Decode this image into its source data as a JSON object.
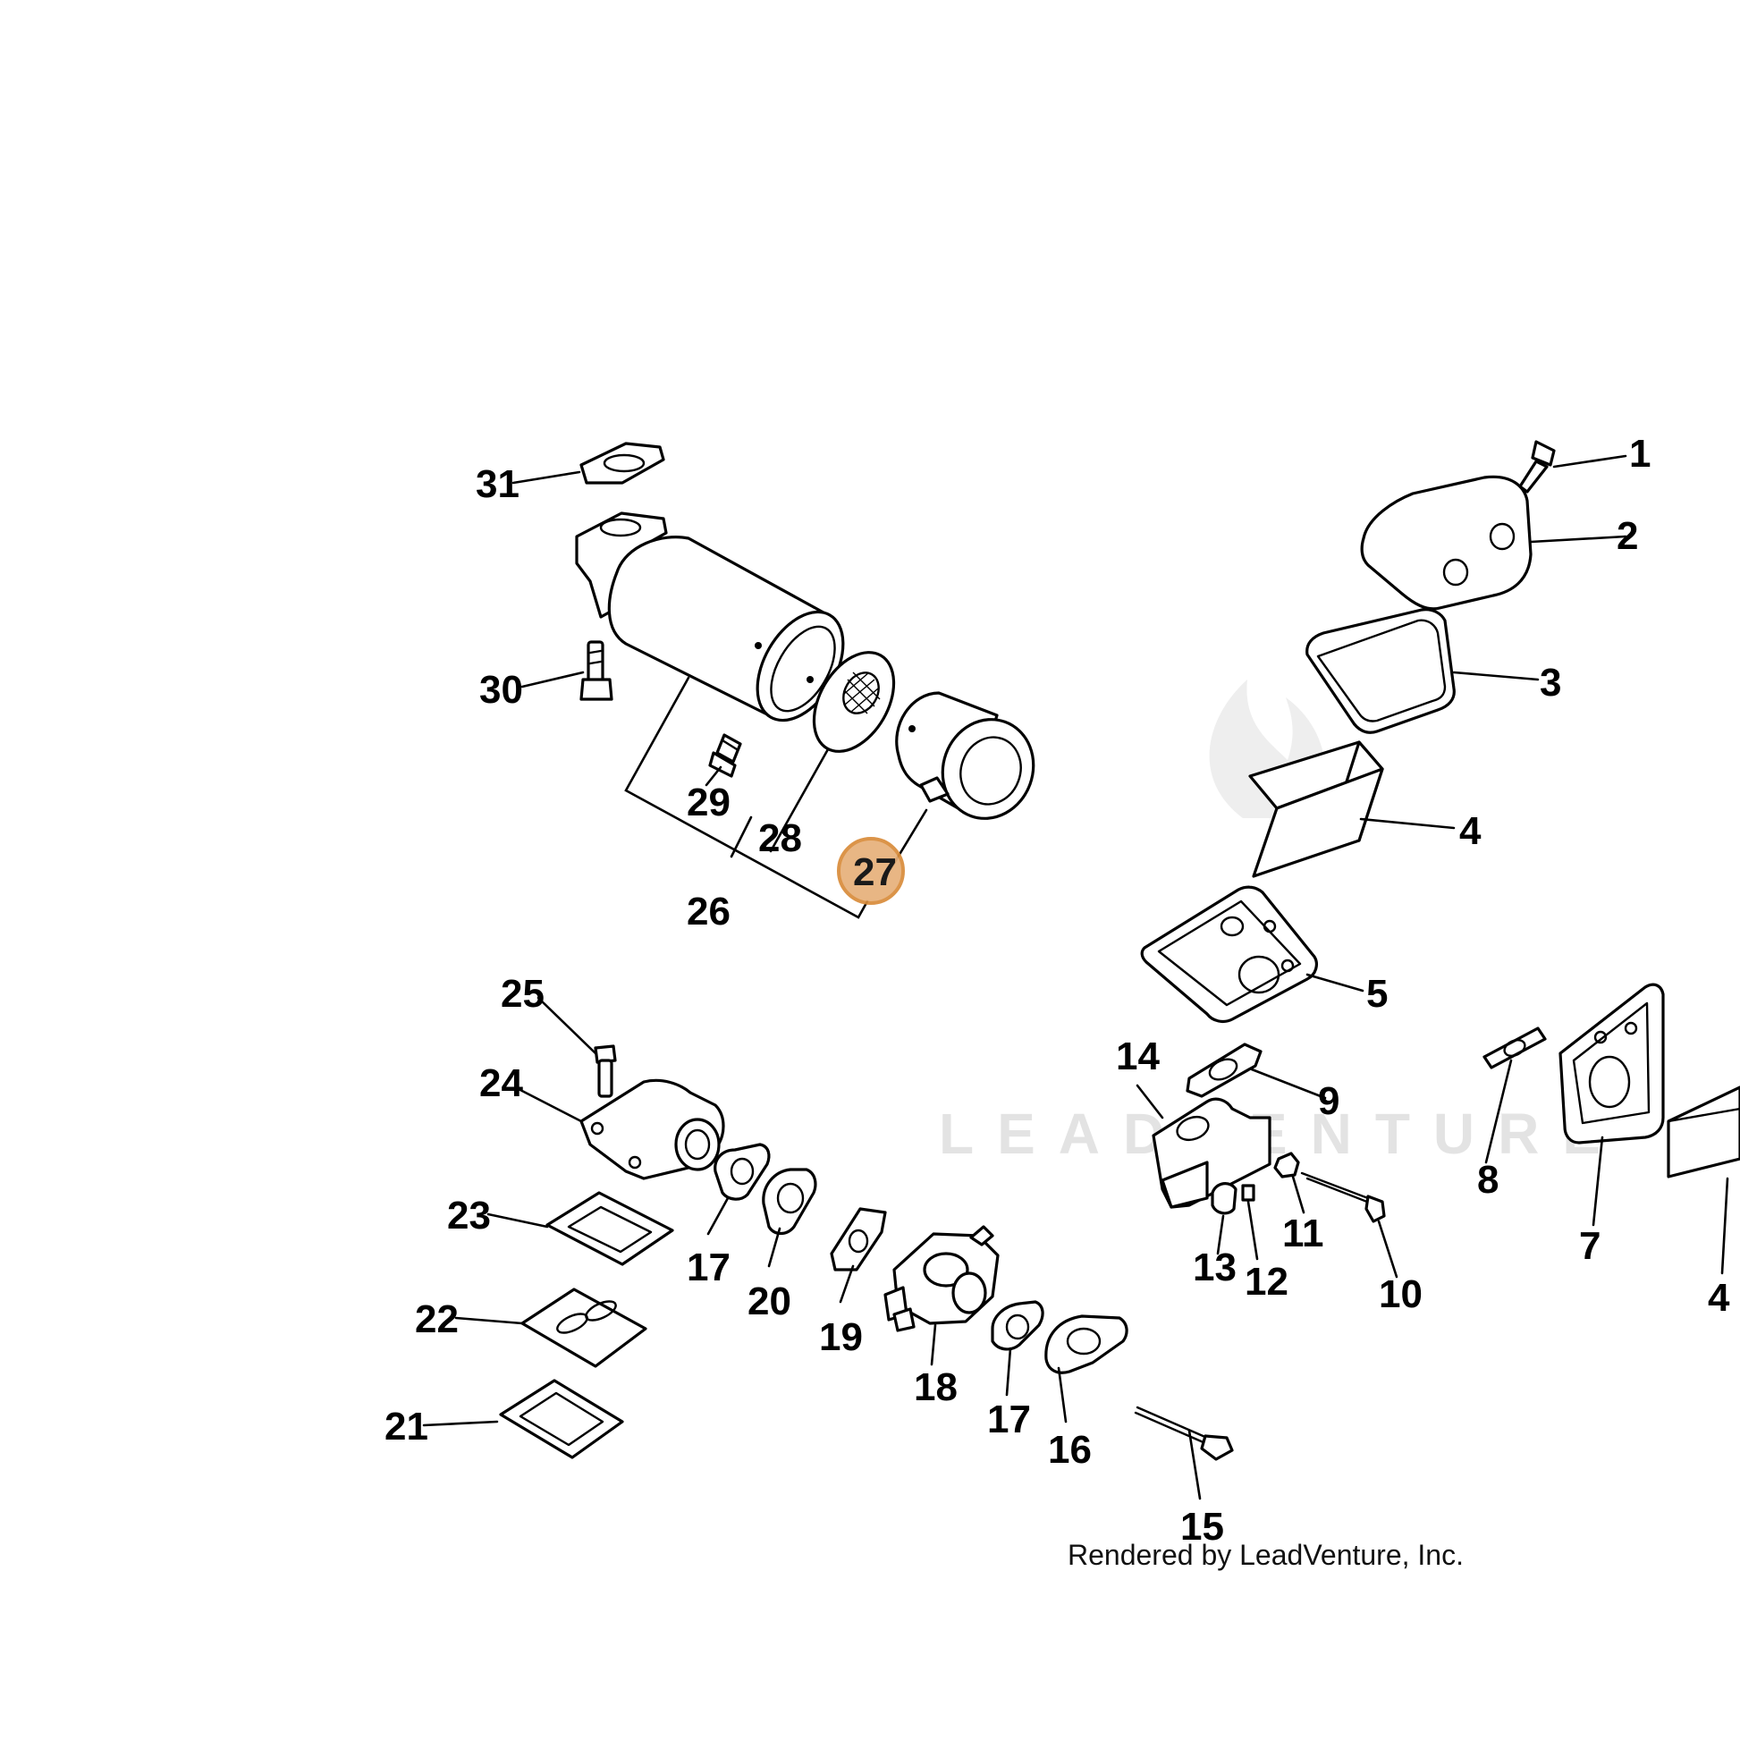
{
  "diagram": {
    "callouts": {
      "c1": "1",
      "c2": "2",
      "c3": "3",
      "c4a": "4",
      "c4b": "4",
      "c5": "5",
      "c7": "7",
      "c8": "8",
      "c9": "9",
      "c10": "10",
      "c11": "11",
      "c12": "12",
      "c13": "13",
      "c14": "14",
      "c15": "15",
      "c16": "16",
      "c17a": "17",
      "c17b": "17",
      "c18": "18",
      "c19": "19",
      "c20": "20",
      "c21": "21",
      "c22": "22",
      "c23": "23",
      "c24": "24",
      "c25": "25",
      "c26": "26",
      "c27": "27",
      "c28": "28",
      "c29": "29",
      "c30": "30",
      "c31": "31"
    },
    "highlighted_callout": "27",
    "highlight_color": "#e7b07a"
  },
  "watermark": {
    "text": "LEADVENTURE"
  },
  "credit": "Rendered by LeadVenture, Inc."
}
